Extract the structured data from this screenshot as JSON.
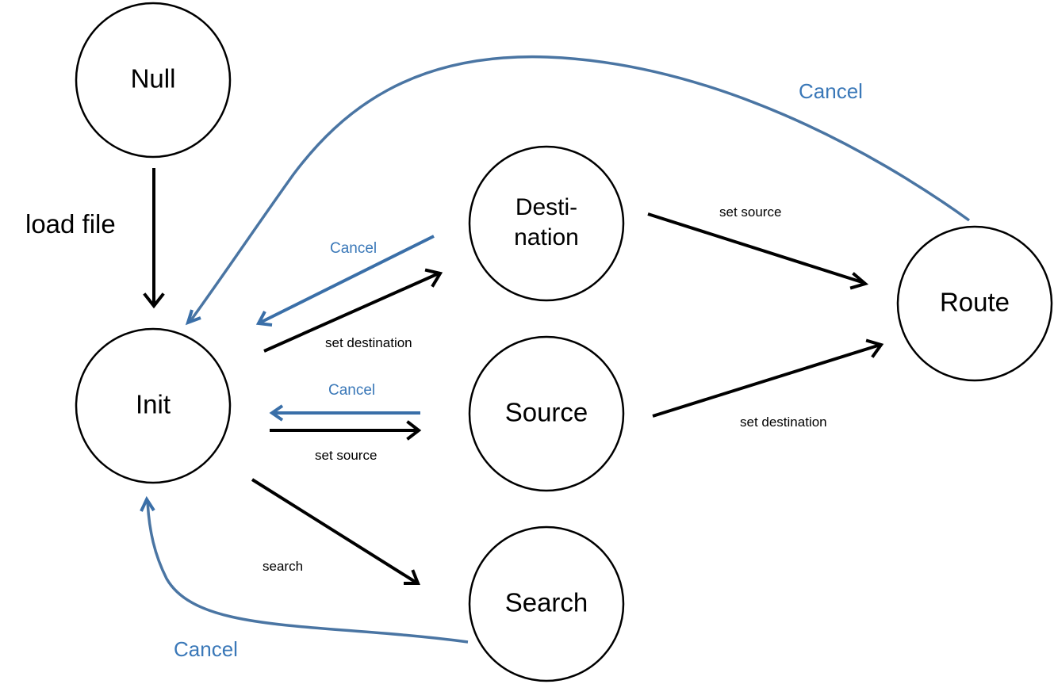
{
  "colors": {
    "node_stroke": "#000000",
    "transition_black": "#000000",
    "transition_blue": "#3a6fa8",
    "label_blue": "#3a78b8"
  },
  "nodes": {
    "null": {
      "label": "Null"
    },
    "init": {
      "label": "Init"
    },
    "destination": {
      "label_line1": "Desti-",
      "label_line2": "nation"
    },
    "source": {
      "label": "Source"
    },
    "search": {
      "label": "Search"
    },
    "route": {
      "label": "Route"
    }
  },
  "edges": {
    "null_to_init": {
      "label": "load file"
    },
    "init_to_destination": {
      "label": "set destination"
    },
    "destination_to_init": {
      "label": "Cancel"
    },
    "init_to_source": {
      "label": "set source"
    },
    "source_to_init": {
      "label": "Cancel"
    },
    "init_to_search": {
      "label": "search"
    },
    "search_to_init": {
      "label": "Cancel"
    },
    "destination_to_route": {
      "label": "set source"
    },
    "source_to_route": {
      "label": "set destination"
    },
    "route_to_init": {
      "label": "Cancel"
    }
  }
}
